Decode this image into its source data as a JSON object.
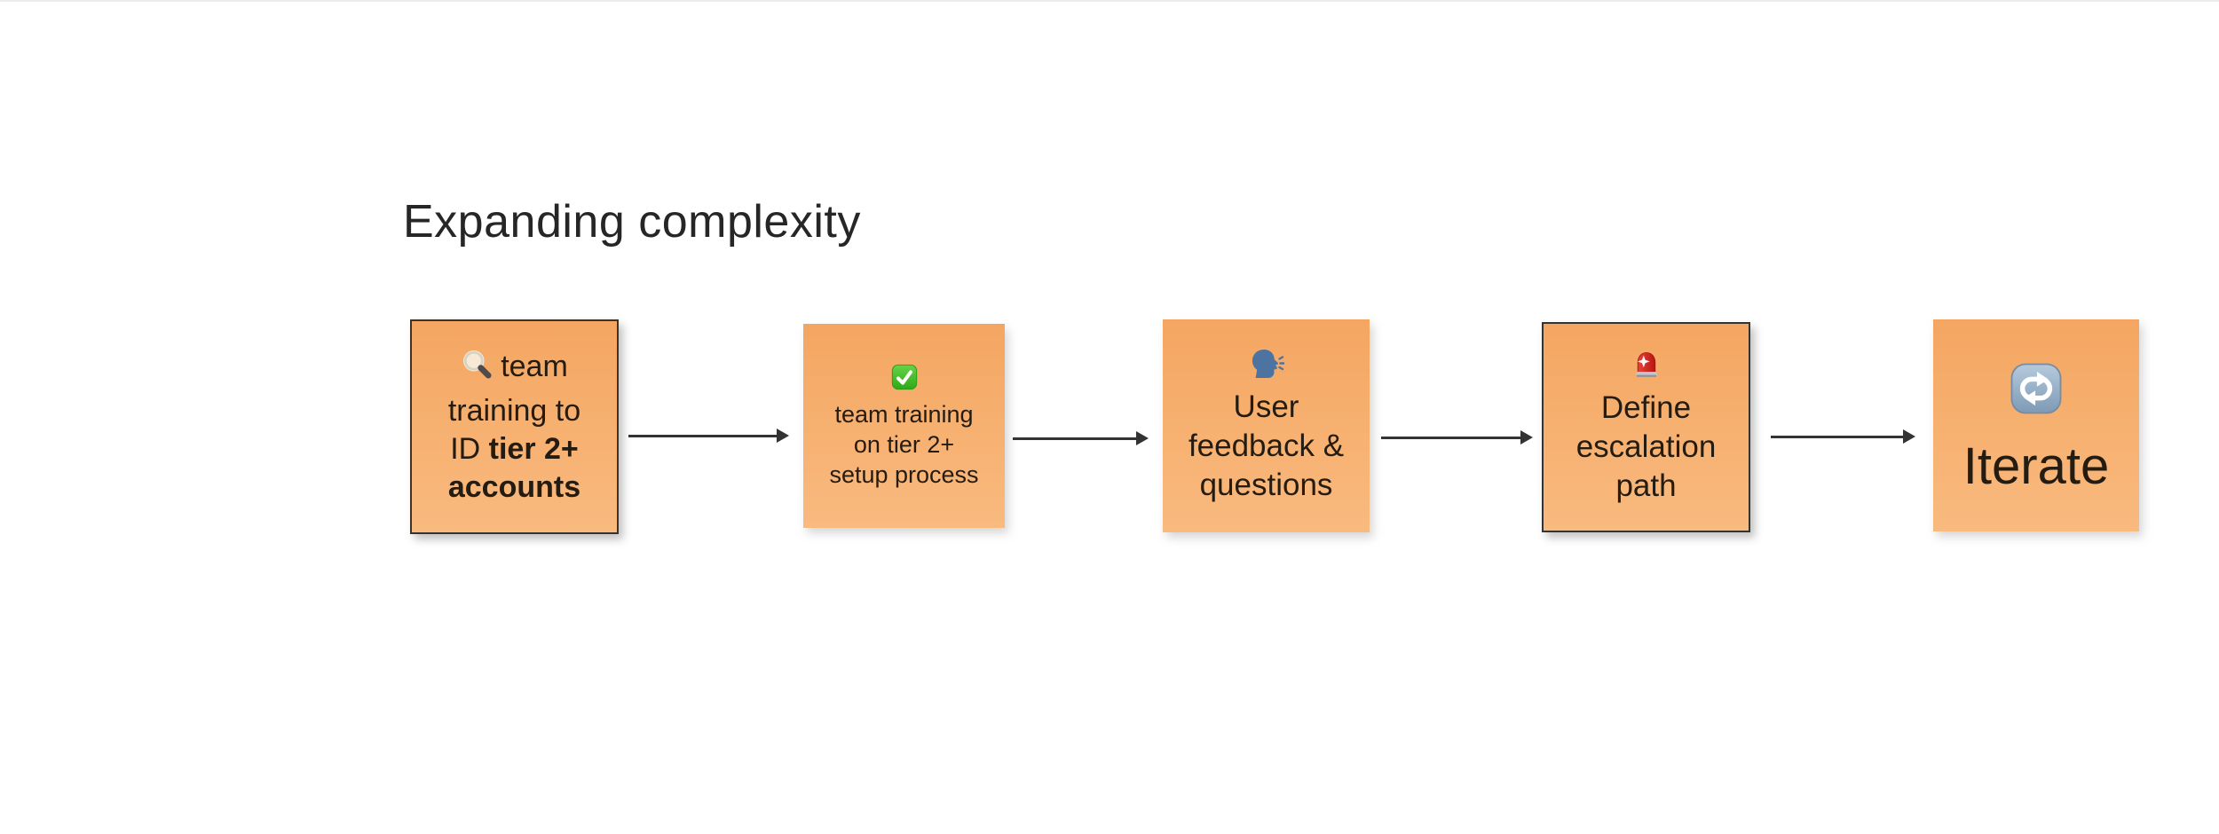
{
  "title": {
    "text": "Expanding complexity"
  },
  "colors": {
    "card_fill_top": "#f4a661",
    "card_fill_bottom": "#f9ba7f",
    "card_border": "#3a332b",
    "arrow": "#333333",
    "title_text": "#262626",
    "card_text": "#241b11",
    "check_icon_green": "#3fbd1e",
    "siren_icon_red": "#cf281e",
    "repeat_icon_blue": "#96afc7",
    "speaking_head_blue": "#4d73a1"
  },
  "cards": [
    {
      "name": "identify-tier2-accounts",
      "icon": "magnifying-glass-icon",
      "line1": "team",
      "line2": "training to",
      "line3_regular": "ID ",
      "line3_bold": "tier 2+",
      "line4_bold": "accounts"
    },
    {
      "name": "tier2-setup-training",
      "icon": "check-mark-button-icon",
      "line1": "team training",
      "line2": "on tier 2+",
      "line3": "setup process"
    },
    {
      "name": "user-feedback-questions",
      "icon": "speaking-head-icon",
      "line1": "User",
      "line2": "feedback &",
      "line3": "questions"
    },
    {
      "name": "define-escalation-path",
      "icon": "police-car-light-icon",
      "line1": "Define",
      "line2": "escalation",
      "line3": "path"
    },
    {
      "name": "iterate",
      "icon": "repeat-button-icon",
      "line1": "Iterate"
    }
  ]
}
